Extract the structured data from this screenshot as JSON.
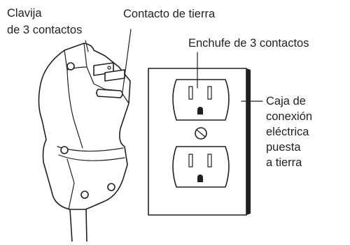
{
  "labels": {
    "plug_line1": "Clavija",
    "plug_line2": "de 3 contactos",
    "ground_pin": "Contacto de tierra",
    "outlet": "Enchufe de 3 contactos",
    "box_line1": "Caja de",
    "box_line2": "conexión",
    "box_line3": "eléctrica",
    "box_line4": "puesta",
    "box_line5": "a tierra"
  },
  "colors": {
    "ink": "#231f20",
    "paper": "#ffffff"
  }
}
